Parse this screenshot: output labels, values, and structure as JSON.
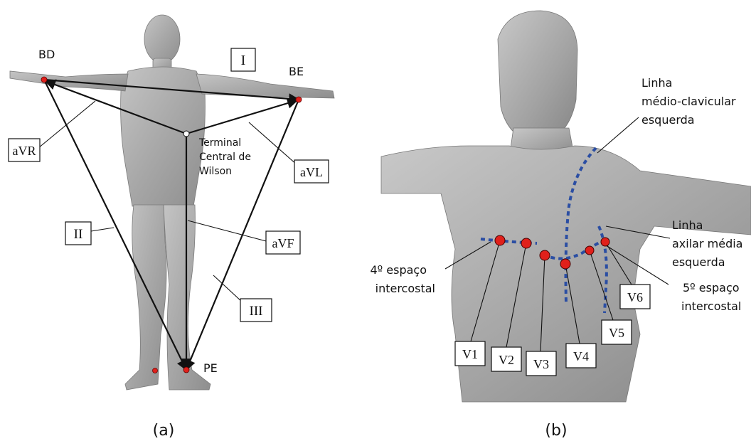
{
  "panel_a": {
    "caption": "(a)",
    "limb_labels": {
      "right_arm": "BD",
      "left_arm": "BE",
      "left_leg": "PE"
    },
    "center_label": [
      "Terminal",
      "Central de",
      "Wilson"
    ],
    "leads": {
      "I": "I",
      "II": "II",
      "III": "III",
      "aVR": "aVR",
      "aVL": "aVL",
      "aVF": "aVF"
    }
  },
  "panel_b": {
    "caption": "(b)",
    "annotations": {
      "midclavicular": [
        "Linha",
        "médio-clavicular",
        "esquerda"
      ],
      "axillary": [
        "Linha",
        "axilar média",
        "esquerda"
      ],
      "fourth_space": [
        "4º espaço",
        "intercostal"
      ],
      "fifth_space": [
        "5º espaço",
        "intercostal"
      ]
    },
    "precordial": [
      "V1",
      "V2",
      "V3",
      "V4",
      "V5",
      "V6"
    ]
  },
  "colors": {
    "electrode": "#e0201b",
    "guide_line": "#2b4ea3",
    "skin_light": "#b9b9b9",
    "skin_dark": "#8a8a8a",
    "line": "#111111"
  }
}
